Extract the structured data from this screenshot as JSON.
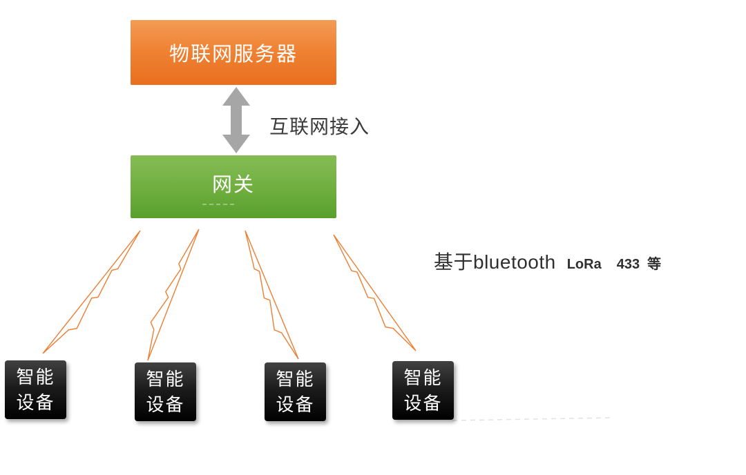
{
  "diagram": {
    "server": {
      "label": "物联网服务器"
    },
    "gateway": {
      "label": "网关"
    },
    "link": {
      "label": "互联网接入"
    },
    "protocol_note": {
      "base": "基于bluetooth",
      "lora": "LoRa",
      "freq": "433",
      "etc": "等"
    },
    "devices": [
      {
        "line1": "智能",
        "line2": "设备"
      },
      {
        "line1": "智能",
        "line2": "设备"
      },
      {
        "line1": "智能",
        "line2": "设备"
      },
      {
        "line1": "智能",
        "line2": "设备"
      }
    ],
    "colors": {
      "server_orange": "#ED7D31",
      "gateway_green": "#70AD47",
      "connector_orange": "#ED7D31",
      "arrow_gray": "#A6A6A6",
      "device_black": "#0A0A0A"
    }
  }
}
